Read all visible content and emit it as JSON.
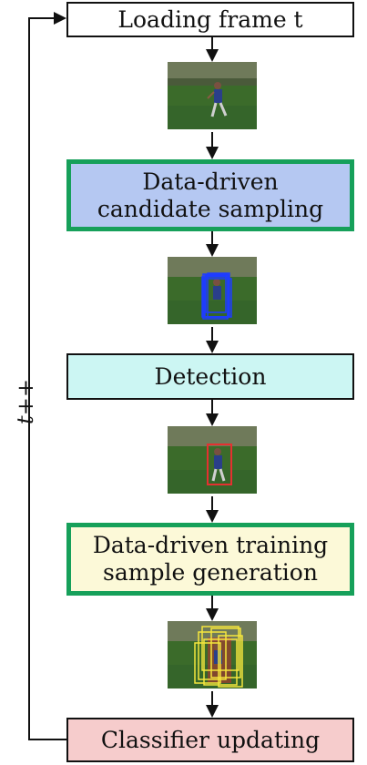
{
  "steps": {
    "loading": "Loading frame t",
    "sampling_line1": "Data-driven",
    "sampling_line2": "candidate sampling",
    "detection": "Detection",
    "training_line1": "Data-driven training",
    "training_line2": "sample generation",
    "updating": "Classifier updating"
  },
  "loop_label": "t++",
  "colors": {
    "sampling_fill": "#b5c8f2",
    "detection_fill": "#ccf6f3",
    "training_fill": "#fcf9d8",
    "updating_fill": "#f6cccc",
    "emphasis_border": "#16a05a",
    "candidate_boxes": "#1e3cff",
    "detection_box": "#e53030",
    "training_boxes": "#f5e63c"
  },
  "thumbnails": [
    "frame-thumbnail",
    "candidate-samples-thumbnail",
    "detection-thumbnail",
    "training-samples-thumbnail"
  ]
}
